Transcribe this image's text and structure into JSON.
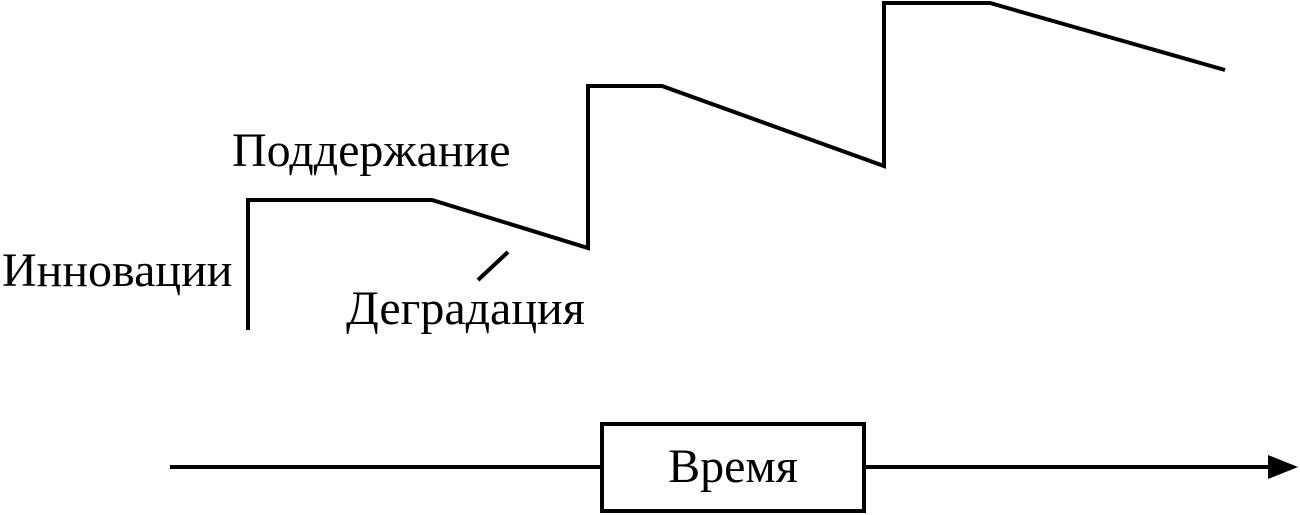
{
  "labels": {
    "innovation": "Инновации",
    "maintenance": "Поддержание",
    "degradation": "Деградация",
    "time": "Время"
  },
  "colors": {
    "line": "#000000",
    "background": "#ffffff"
  }
}
